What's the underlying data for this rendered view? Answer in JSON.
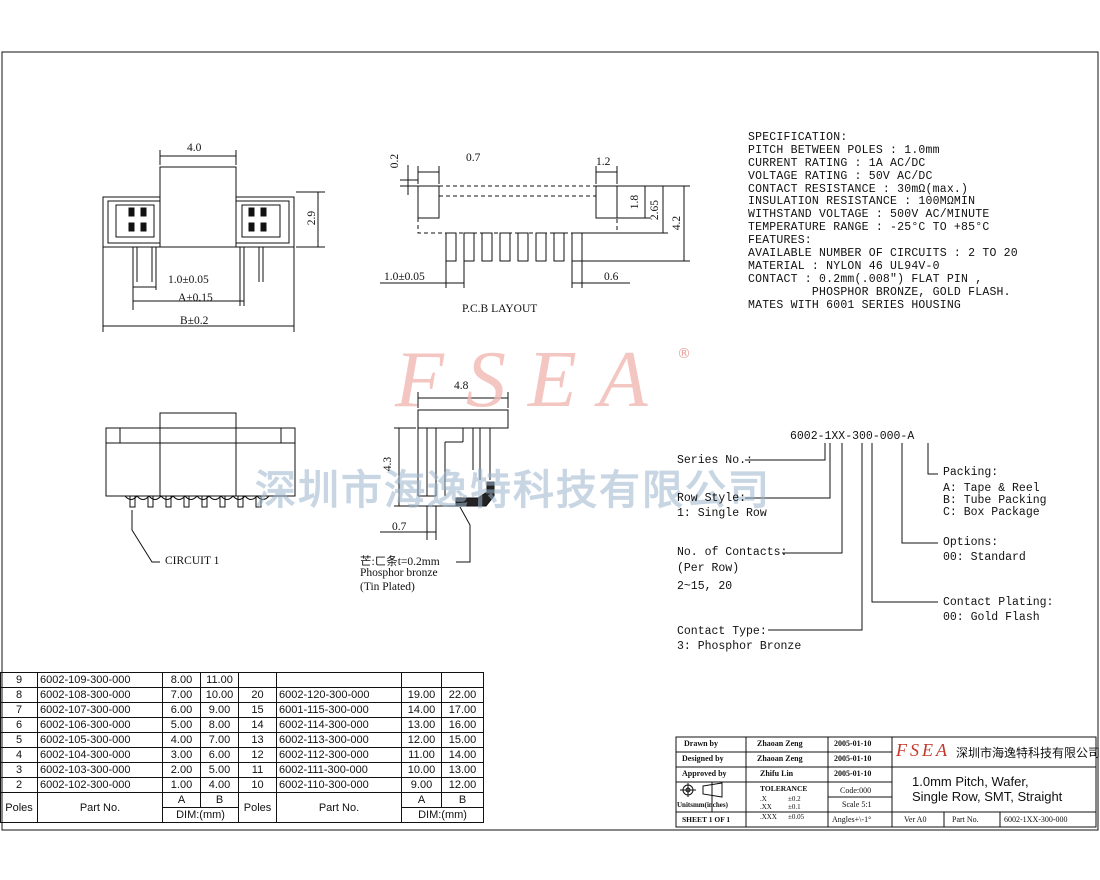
{
  "views": {
    "front_dims": {
      "d4": "4.0",
      "d29": "2.9",
      "pitch": "1.0±0.05",
      "a": "A±0.15",
      "b": "B±0.2"
    },
    "pcb": {
      "d02": "0.2",
      "d07": "0.7",
      "d12": "1.2",
      "d18": "1.8",
      "d265": "2.65",
      "d42": "4.2",
      "pitch": "1.0±0.05",
      "d06": "0.6",
      "title": "P.C.B   LAYOUT"
    },
    "bottom": {
      "circuit1": "CIRCUIT 1"
    },
    "side": {
      "d48": "4.8",
      "d43": "4.3",
      "d07": "0.7",
      "note1": "芒:ㄈ条t=0.2mm",
      "note2": "Phosphor bronze",
      "note3": "(Tin Plated)"
    }
  },
  "spec_lines": [
    "SPECIFICATION:",
    "PITCH BETWEEN POLES : 1.0mm",
    "CURRENT RATING : 1A AC/DC",
    "VOLTAGE RATING : 50V AC/DC",
    "CONTACT RESISTANCE : 30mΩ(max.)",
    "INSULATION RESISTANCE : 100MΩMIN",
    "WITHSTAND VOLTAGE : 500V AC/MINUTE",
    "TEMPERATURE RANGE : -25°C TO +85°C",
    "FEATURES:",
    "AVAILABLE NUMBER OF CIRCUITS : 2 TO 20",
    "MATERIAL : NYLON 46 UL94V-0",
    "CONTACT : 0.2mm(.008\") FLAT PIN ,",
    "         PHOSPHOR BRONZE, GOLD FLASH.",
    "MATES WITH 6001 SERIES HOUSING"
  ],
  "watermark": {
    "en": "FSEA",
    "reg": "®",
    "cn": "深圳市海逸特科技有限公司"
  },
  "partnum": {
    "code": "6002-1XX-300-000-A",
    "series": "Series No.:",
    "row_style": "Row Style:",
    "row_style_v": "1: Single Row",
    "contacts": "No. of Contacts:",
    "contacts_v1": "(Per Row)",
    "contacts_v2": "2~15, 20",
    "contact_type": "Contact Type:",
    "contact_type_v": "3: Phosphor Bronze",
    "packing": "Packing:",
    "packing_a": "A: Tape & Reel",
    "packing_b": "B: Tube Packing",
    "packing_c": "C: Box Package",
    "options": "Options:",
    "options_v": "00: Standard",
    "plating": "Contact Plating:",
    "plating_v": "00: Gold Flash"
  },
  "table": {
    "rows": [
      [
        "9",
        "6002-109-300-000",
        "8.00",
        "11.00",
        "",
        "",
        "",
        ""
      ],
      [
        "8",
        "6002-108-300-000",
        "7.00",
        "10.00",
        "20",
        "6002-120-300-000",
        "19.00",
        "22.00"
      ],
      [
        "7",
        "6002-107-300-000",
        "6.00",
        "9.00",
        "15",
        "6001-115-300-000",
        "14.00",
        "17.00"
      ],
      [
        "6",
        "6002-106-300-000",
        "5.00",
        "8.00",
        "14",
        "6002-114-300-000",
        "13.00",
        "16.00"
      ],
      [
        "5",
        "6002-105-300-000",
        "4.00",
        "7.00",
        "13",
        "6002-113-300-000",
        "12.00",
        "15.00"
      ],
      [
        "4",
        "6002-104-300-000",
        "3.00",
        "6.00",
        "12",
        "6002-112-300-000",
        "11.00",
        "14.00"
      ],
      [
        "3",
        "6002-103-300-000",
        "2.00",
        "5.00",
        "11",
        "6002-111-300-000",
        "10.00",
        "13.00"
      ],
      [
        "2",
        "6002-102-300-000",
        "1.00",
        "4.00",
        "10",
        "6002-110-300-000",
        "9.00",
        "12.00"
      ]
    ],
    "h_poles": "Poles",
    "h_part": "Part No.",
    "h_a": "A",
    "h_b": "B",
    "h_dim": "DIM:(mm)"
  },
  "title_block": {
    "drawn_l": "Drawn   by",
    "drawn_v": "Zhaoan Zeng",
    "drawn_d": "2005-01-10",
    "designed_l": "Designed  by",
    "designed_v": "Zhaoan Zeng",
    "designed_d": "2005-01-10",
    "approved_l": "Approved  by",
    "approved_v": "Zhifu Lin",
    "approved_d": "2005-01-10",
    "units": "Unitsmm(inches)",
    "tol": "TOLERANCE",
    "tx": ".X",
    "txv": "±0.2",
    "txx": ".XX",
    "txxv": "±0.1",
    "txxx": ".XXX",
    "txxxv": "±0.05",
    "code": "Code:000",
    "scale": "Scale  5:1",
    "angles": "Angles+\\-1°",
    "sheet": "SHEET  1  OF  1",
    "logo": "FSEA",
    "company": "深圳市海逸特科技有限公司",
    "title1": "1.0mm  Pitch,  Wafer,",
    "title2": "Single  Row,  SMT,  Straight",
    "ver": "Ver A0",
    "part_l": "Part No.",
    "part_v": "6002-1XX-300-000"
  }
}
